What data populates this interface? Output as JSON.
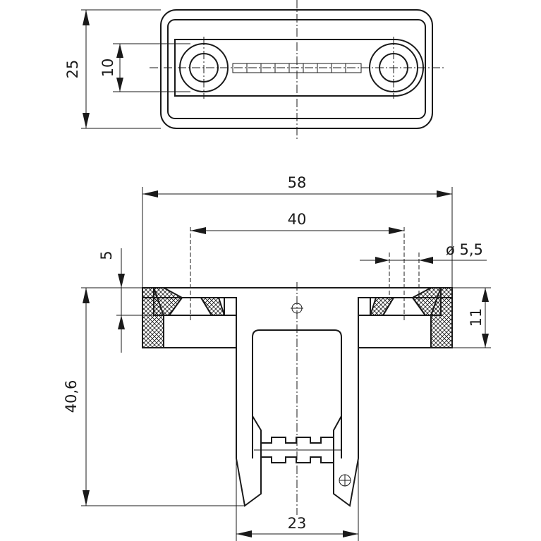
{
  "dimensions": {
    "top_height": "25",
    "top_hole_spacing": "10",
    "overall_width": "58",
    "hole_pitch": "40",
    "flange_thickness": "5",
    "hole_diameter": "ø 5,5",
    "flange_height": "11",
    "overall_height": "40,6",
    "body_width": "23"
  }
}
